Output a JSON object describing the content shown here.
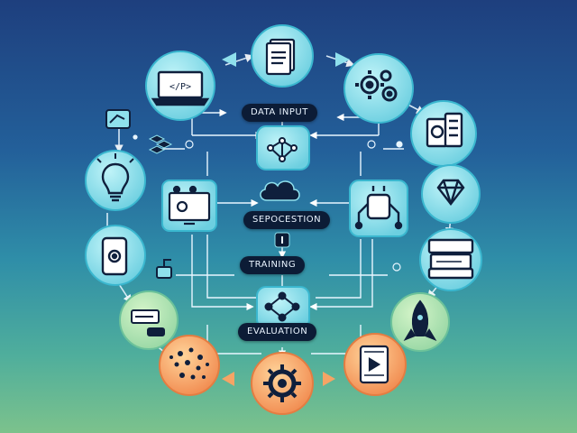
{
  "labels": {
    "data_input": "DATA INPUT",
    "preprocessing": "SEPOCESTION",
    "training": "TRAINING",
    "evaluation": "EVALUATION"
  },
  "icons": [
    "document-icon",
    "gears-icon",
    "camera-icon",
    "diamond-icon",
    "server-icon",
    "rocket-icon",
    "tablet-play-icon",
    "gear-icon",
    "network-dots-icon",
    "slider-icon",
    "mobile-settings-icon",
    "lightbulb-icon",
    "laptop-code-icon"
  ],
  "colors": {
    "bg_top": "#1e3f7e",
    "bg_bottom": "#7cc28c",
    "node_light": "#8fe0ec",
    "node_warm": "#f6a465",
    "ink": "#0f1f3c",
    "label_bg": "#0c1c36"
  }
}
